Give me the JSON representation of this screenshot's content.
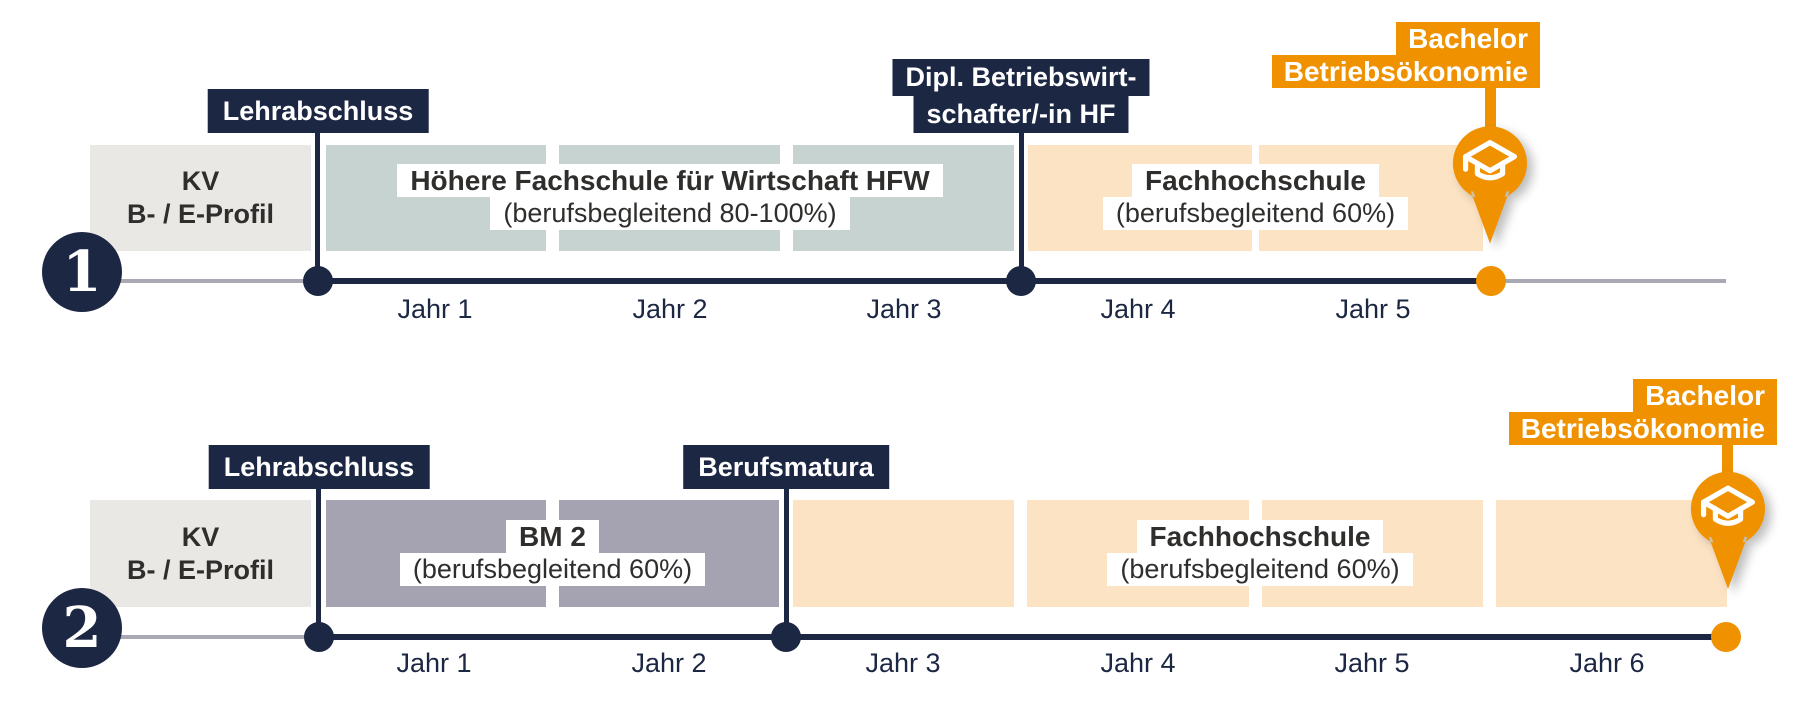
{
  "colors": {
    "navy": "#1c2743",
    "orange": "#f09100",
    "peach": "#fce3c3",
    "sage": "#c7d3d0",
    "mauve": "#a5a3b1",
    "kv_gray": "#e9e8e5",
    "line_gray": "#a9a9b3",
    "text_dark": "#2f2e2c"
  },
  "row1": {
    "number": "1",
    "kv_title": "KV",
    "kv_subtitle": "B- / E-Profil",
    "start_marker": "Lehrabschluss",
    "mid_marker_line1": "Dipl. Betriebswirt-",
    "mid_marker_line2": "schafter/-in HF",
    "program1_title": "Höhere Fachschule für Wirtschaft HFW",
    "program1_subtitle": "(berufsbegleitend 80-100%)",
    "program2_title": "Fachhochschule",
    "program2_subtitle": "(berufsbegleitend 60%)",
    "end_marker_line1": "Bachelor",
    "end_marker_line2": "Betriebsökonomie",
    "years": [
      "Jahr 1",
      "Jahr 2",
      "Jahr 3",
      "Jahr 4",
      "Jahr 5"
    ]
  },
  "row2": {
    "number": "2",
    "kv_title": "KV",
    "kv_subtitle": "B- / E-Profil",
    "start_marker": "Lehrabschluss",
    "mid_marker": "Berufsmatura",
    "program1_title": "BM 2",
    "program1_subtitle": "(berufsbegleitend 60%)",
    "program2_title": "Fachhochschule",
    "program2_subtitle": "(berufsbegleitend 60%)",
    "end_marker_line1": "Bachelor",
    "end_marker_line2": "Betriebsökonomie",
    "years": [
      "Jahr 1",
      "Jahr 2",
      "Jahr 3",
      "Jahr 4",
      "Jahr 5",
      "Jahr 6"
    ]
  }
}
